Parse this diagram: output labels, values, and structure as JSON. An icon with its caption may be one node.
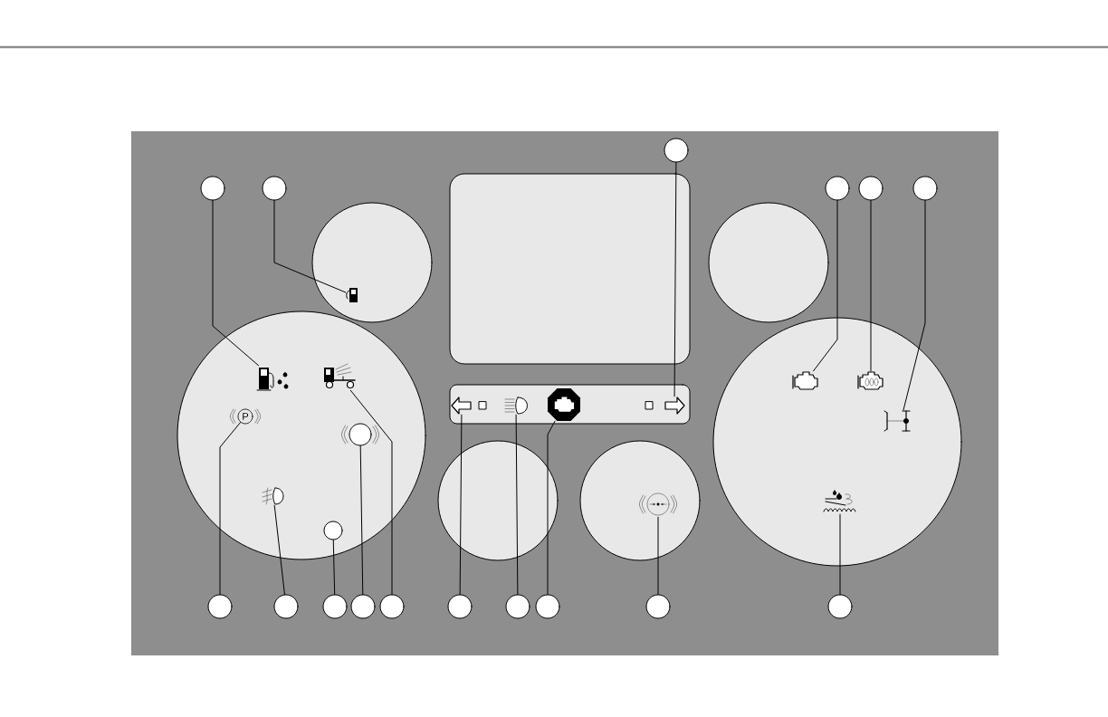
{
  "diagram": {
    "nodes": [
      {
        "text": [],
        "shape": "circle"
      },
      {
        "text": [],
        "shape": "circle"
      },
      {
        "text": [],
        "shape": "box"
      },
      {
        "text": [],
        "shape": "box"
      },
      {
        "text": [],
        "shape": "circle"
      },
      {
        "text": [],
        "shape": "circle"
      },
      {
        "text": [],
        "shape": "circle"
      },
      {
        "text": [],
        "shape": "circle"
      },
      {
        "text": [],
        "shape": "circle"
      },
      {
        "text": [],
        "shape": "circle"
      },
      {
        "text": [],
        "shape": "circle"
      },
      {
        "text": [],
        "shape": "circle"
      },
      {
        "text": [],
        "shape": "circle"
      },
      {
        "text": [],
        "shape": "circle"
      },
      {
        "text": [],
        "shape": "picture",
        "in": 0
      },
      {
        "text": [],
        "shape": "picture",
        "in": 1
      },
      {
        "text": [],
        "shape": "picture",
        "in": 1
      },
      {
        "text": [],
        "shape": "engine",
        "in": 7
      },
      {
        "text": [],
        "shape": "picture",
        "in": 7
      },
      {
        "text": [],
        "shape": "picture",
        "in": 3
      },
      {
        "text": [],
        "shape": "picture",
        "in": 3
      },
      {
        "text": [],
        "shape": "picture",
        "in": 3
      },
      {
        "text": [],
        "shape": "picture",
        "in": 3
      },
      {
        "text": [],
        "shape": "picture",
        "in": 7
      },
      {
        "text": [
          "P"
        ],
        "in": 1
      },
      {
        "text": [],
        "shape": "circle",
        "in": 1
      },
      {
        "text": [],
        "shape": "picture",
        "in": 1
      },
      {
        "text": [],
        "shape": "picture",
        "in": 5
      },
      {
        "text": [],
        "shape": "picture",
        "in": 7
      },
      {
        "text": [],
        "shape": "circle",
        "in": 1
      },
      {
        "text": [],
        "shape": "circle"
      },
      {
        "text": [],
        "shape": "circle"
      },
      {
        "text": [],
        "shape": "circle"
      },
      {
        "text": [],
        "shape": "circle"
      },
      {
        "text": [],
        "shape": "circle"
      },
      {
        "text": [],
        "shape": "circle"
      },
      {
        "text": [],
        "shape": "circle"
      },
      {
        "text": [],
        "shape": "circle"
      },
      {
        "text": [],
        "shape": "circle"
      },
      {
        "text": [],
        "shape": "circle"
      }
    ],
    "edges": [
      {
        "from": 8,
        "to": 15,
        "arrow": "none"
      },
      {
        "from": 9,
        "to": 14,
        "arrow": "none"
      },
      {
        "from": 10,
        "to": 22,
        "arrow": "none"
      },
      {
        "from": 11,
        "to": 17,
        "arrow": "none"
      },
      {
        "from": 12,
        "to": 18,
        "arrow": "none"
      },
      {
        "from": 13,
        "to": 23,
        "arrow": "none"
      },
      {
        "from": 30,
        "to": 24,
        "arrow": "none"
      },
      {
        "from": 31,
        "to": 26,
        "arrow": "none"
      },
      {
        "from": 32,
        "to": 29,
        "arrow": "none"
      },
      {
        "from": 33,
        "to": 25,
        "arrow": "none"
      },
      {
        "from": 34,
        "to": 16,
        "arrow": "none"
      },
      {
        "from": 35,
        "to": 19,
        "arrow": "none"
      },
      {
        "from": 36,
        "to": 20,
        "arrow": "none"
      },
      {
        "from": 37,
        "to": 21,
        "arrow": "none"
      },
      {
        "from": 38,
        "to": 27,
        "arrow": "none"
      },
      {
        "from": 39,
        "to": 28,
        "arrow": "none"
      }
    ]
  }
}
